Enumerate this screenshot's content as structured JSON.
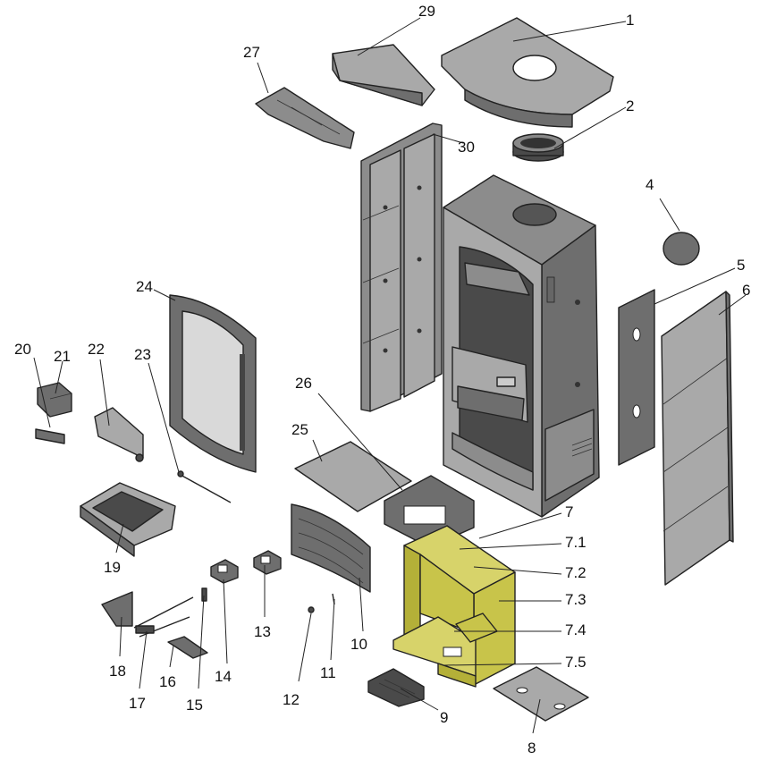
{
  "callouts": [
    "1",
    "2",
    "4",
    "5",
    "6",
    "7",
    "7.1",
    "7.2",
    "7.3",
    "7.4",
    "7.5",
    "8",
    "9",
    "10",
    "11",
    "12",
    "13",
    "14",
    "15",
    "16",
    "17",
    "18",
    "19",
    "20",
    "21",
    "22",
    "23",
    "24",
    "25",
    "26",
    "27",
    "29",
    "30"
  ],
  "colors": {
    "part_light": "#a9a9a9",
    "part_mid": "#8c8c8c",
    "part_dark": "#6e6e6e",
    "insulation": "#c8c44a",
    "outline": "#222222"
  }
}
